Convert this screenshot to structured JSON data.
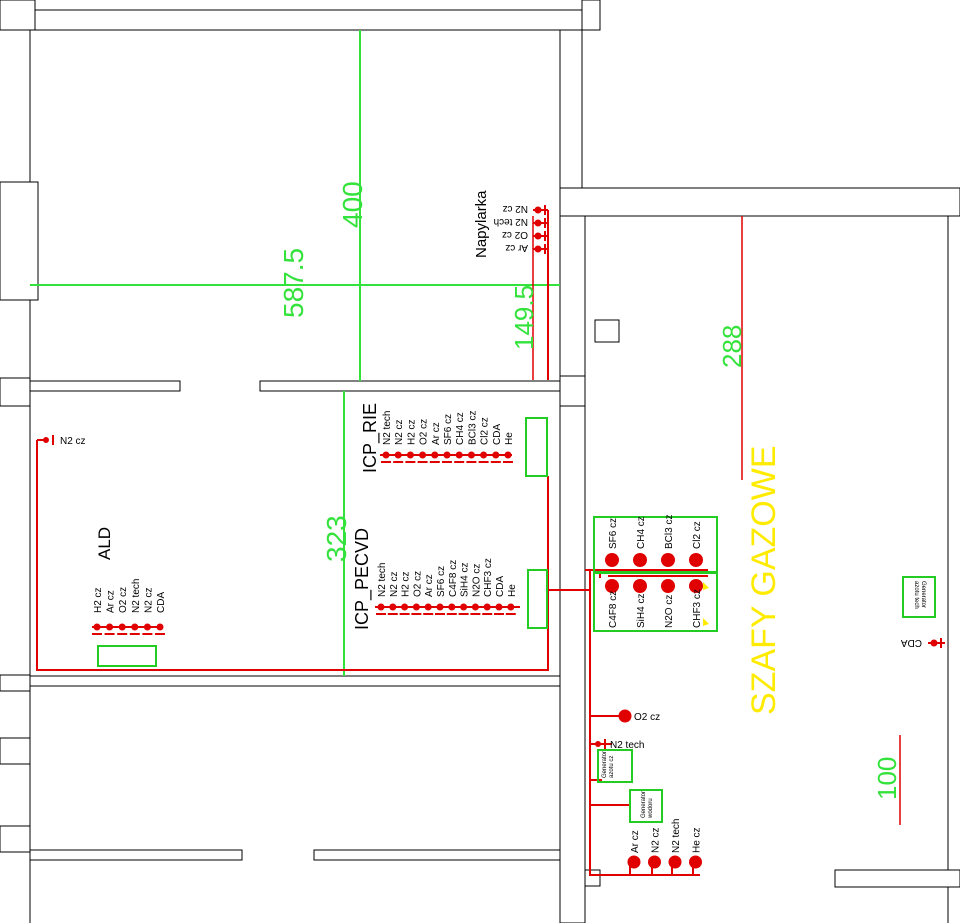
{
  "rooms": {
    "ald": "ALD",
    "icp_rie": "ICP_RIE",
    "icp_pecvd": "ICP_PECVD",
    "napylarka": "Napylarka",
    "szafy_gazowe": "SZAFY   GAZOWE"
  },
  "dimensions": {
    "d400": "400",
    "d587": "587.5",
    "d149": "149.5",
    "d288": "288",
    "d323": "323",
    "d100": "100"
  },
  "gases": {
    "ald": [
      "H2 cz",
      "Ar cz",
      "O2 cz",
      "N2 tech",
      "N2 cz",
      "CDA"
    ],
    "icp_rie": [
      "N2 tech",
      "N2 cz",
      "H2 cz",
      "O2 cz",
      "Ar cz",
      "SF6 cz",
      "CH4 cz",
      "BCl3 cz",
      "Cl2 cz",
      "CDA",
      "He"
    ],
    "icp_pecvd": [
      "N2 tech",
      "N2 cz",
      "H2 cz",
      "O2 cz",
      "Ar cz",
      "SF6 cz",
      "C4F8 cz",
      "SiH4 cz",
      "N2O cz",
      "CHF3 cz",
      "CDA",
      "He"
    ],
    "napylarka": [
      "N2 cz",
      "N2 tech",
      "O2 cz",
      "Ar cz"
    ],
    "cabinet_top": [
      "SF6 cz",
      "CH4 cz",
      "BCl3 cz",
      "Cl2 cz"
    ],
    "cabinet_bottom": [
      "C4F8 cz",
      "SiH4 cz",
      "N2O cz",
      "CHF3 cz"
    ],
    "bottom_row": [
      "Ar cz",
      "N2 cz",
      "N2 tech",
      "He cz"
    ],
    "left_tap": "N2 cz",
    "o2_tap": "O2 cz",
    "n2tech_tap": "N2 tech",
    "cda_tap": "CDA"
  },
  "generators": {
    "nitrogen": [
      "Generator",
      "azotu cz"
    ],
    "hydrogen": [
      "Generator",
      "wodoru"
    ],
    "air": [
      "Generator",
      "azotu tech"
    ]
  },
  "colors": {
    "wall": "#000000",
    "pipe": "#e00000",
    "dimension": "#33e23a",
    "equipment": "#22cc22",
    "cabinet_label": "#ffeb00"
  }
}
